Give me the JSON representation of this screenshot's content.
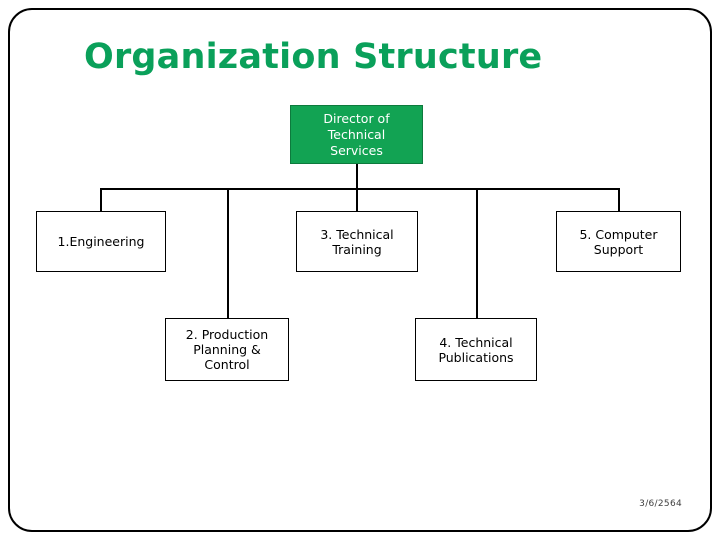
{
  "slide": {
    "title": "Organization Structure",
    "date": "3/6/2564",
    "title_color": "#0aa05a",
    "root_fill": "#12a353",
    "root_text_color": "#ffffff",
    "node_border_color": "#000000",
    "frame_color": "#000000",
    "background": "#ffffff"
  },
  "chart_data": {
    "type": "diagram",
    "title": "Organization Structure",
    "root": {
      "id": "director",
      "label": "Director of\nTechnical\nServices",
      "fill": "#12a353",
      "text_color": "#ffffff"
    },
    "nodes": [
      {
        "id": "engineering",
        "number": "1.",
        "label": "1.Engineering",
        "row": 1,
        "fill": "#ffffff",
        "text_color": "#000000"
      },
      {
        "id": "production-planning-control",
        "number": "2.",
        "label": "2. Production\nPlanning &\nControl",
        "row": 2,
        "fill": "#ffffff",
        "text_color": "#000000"
      },
      {
        "id": "technical-training",
        "number": "3.",
        "label": "3. Technical\nTraining",
        "row": 1,
        "fill": "#ffffff",
        "text_color": "#000000"
      },
      {
        "id": "technical-publications",
        "number": "4.",
        "label": "4. Technical\nPublications",
        "row": 2,
        "fill": "#ffffff",
        "text_color": "#000000"
      },
      {
        "id": "computer-support",
        "number": "5.",
        "label": "5. Computer\nSupport",
        "row": 1,
        "fill": "#ffffff",
        "text_color": "#000000"
      }
    ],
    "edges": [
      {
        "from": "director",
        "to": "engineering"
      },
      {
        "from": "director",
        "to": "production-planning-control"
      },
      {
        "from": "director",
        "to": "technical-training"
      },
      {
        "from": "director",
        "to": "technical-publications"
      },
      {
        "from": "director",
        "to": "computer-support"
      }
    ]
  }
}
